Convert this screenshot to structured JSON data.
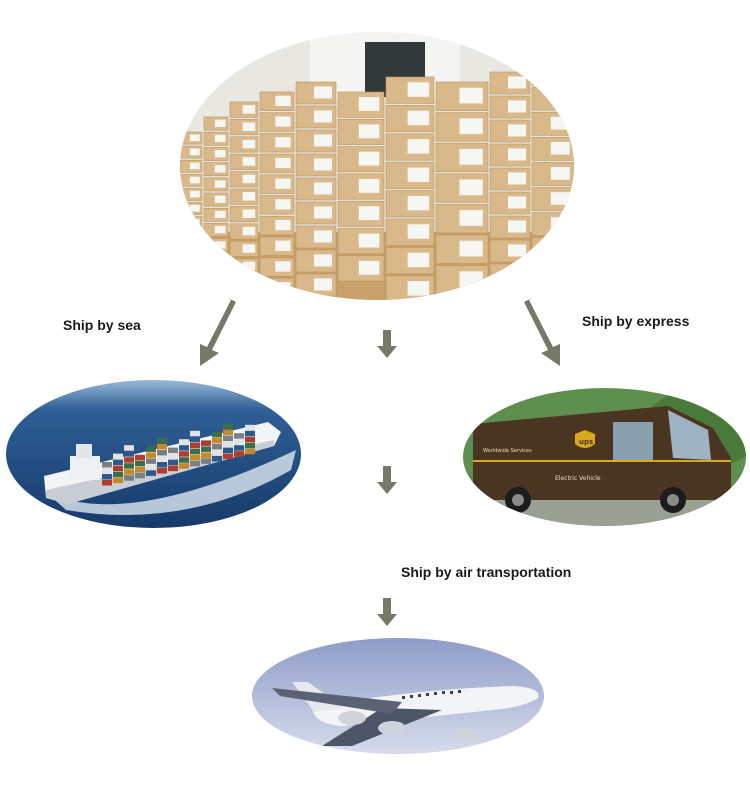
{
  "labels": {
    "sea": "Ship by sea",
    "express": "Ship by express",
    "air": "Ship by air transportation"
  },
  "truck": {
    "logo_text": "ups",
    "side_text": "Worldwide Services",
    "vehicle_text": "Electric Vehicle"
  },
  "colors": {
    "arrow": "#787868",
    "carton": "#d9b98a",
    "sea": "#25508a",
    "truck": "#4a3522",
    "sky": "#b8c3df"
  }
}
